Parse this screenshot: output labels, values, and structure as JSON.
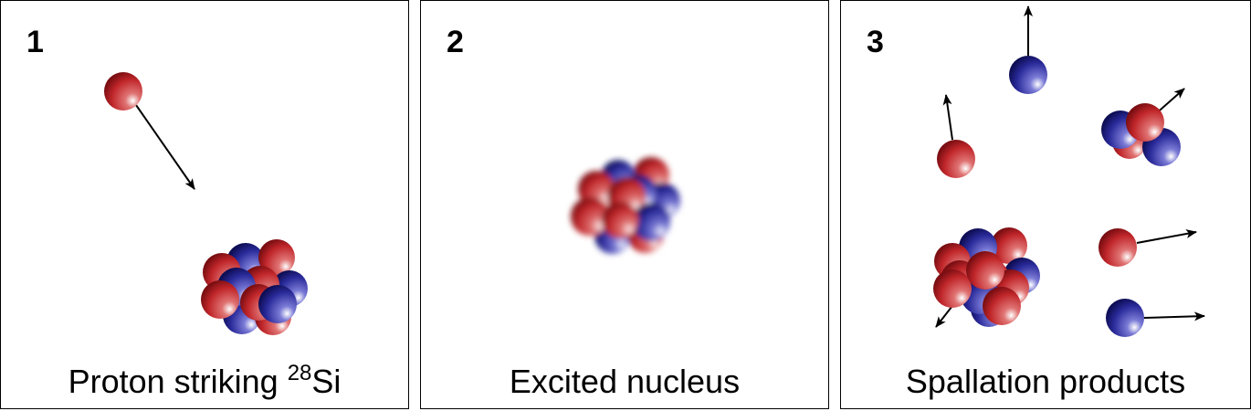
{
  "colors": {
    "proton": "#c0262a",
    "neutron": "#2a2a9a",
    "arrow": "#000000",
    "border": "#000000"
  },
  "panels": [
    {
      "number": "1",
      "caption_main": "Proton striking ",
      "caption_sup": "28",
      "caption_tail": "Si"
    },
    {
      "number": "2",
      "caption_main": "Excited nucleus"
    },
    {
      "number": "3",
      "caption_main": "Spallation products"
    }
  ]
}
